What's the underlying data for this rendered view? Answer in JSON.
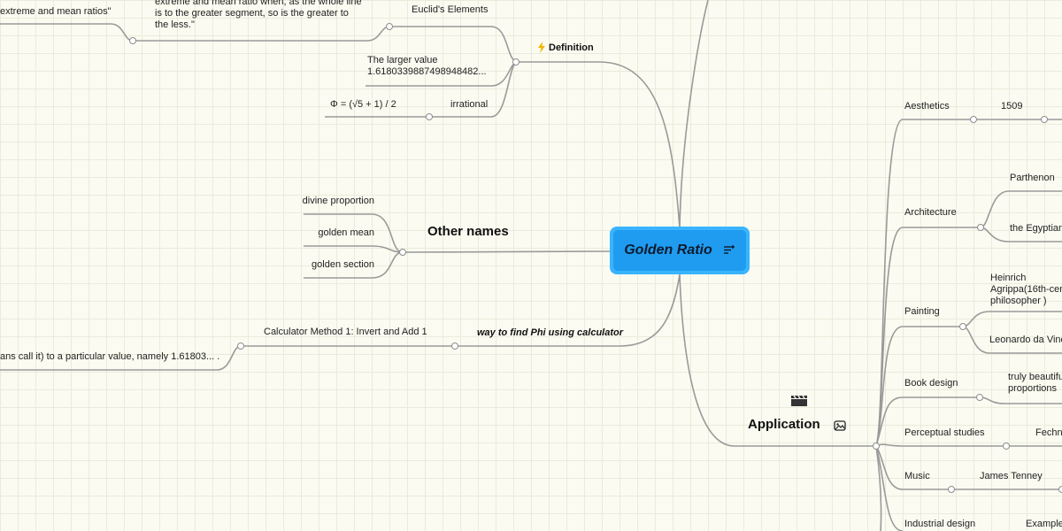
{
  "central": {
    "title": "Golden Ratio",
    "note_icon": "note-icon"
  },
  "definition": {
    "label": "Definition",
    "icon": "lightning-icon",
    "euclid": {
      "label": "Euclid's Elements",
      "quote": "extreme and mean ratio when, as the whole line is to the greater segment, so is the greater to the less.\"",
      "source_fragment": "extreme and mean ratios\""
    },
    "larger_value": "The larger value 1.6180339887498948482...",
    "irrational": {
      "label": "irrational",
      "formula": "Φ = (√5 + 1) / 2"
    }
  },
  "other_names": {
    "label": "Other names",
    "items": [
      "divine proportion",
      "golden mean",
      "golden section"
    ]
  },
  "calculator": {
    "label": "way to find Phi using calculator",
    "method": "Calculator Method 1: Invert and Add 1",
    "detail": "ans call it) to a particular value, namely 1.61803... ."
  },
  "application": {
    "label": "Application",
    "icon": "clapperboard-icon",
    "image_icon": "image-icon",
    "children": {
      "aesthetics": {
        "label": "Aesthetics",
        "child": "1509"
      },
      "architecture": {
        "label": "Architecture",
        "children": [
          "Parthenon",
          "the Egyptian"
        ]
      },
      "painting": {
        "label": "Painting",
        "children": [
          "Heinrich Agrippa(16th-cen philosopher )",
          "Leonardo da Vinci"
        ]
      },
      "book_design": {
        "label": "Book design",
        "child": "truly beautiful proportions"
      },
      "perceptual": {
        "label": "Perceptual studies",
        "child": "Fechn"
      },
      "music": {
        "label": "Music",
        "child": "James Tenney"
      },
      "industrial": {
        "label": "Industrial design",
        "child": "Example"
      }
    }
  },
  "colors": {
    "central_outer": "#39b4ff",
    "central_inner": "#1f9cf0",
    "connector": "#9a9a9a",
    "background": "#fbfbf1"
  }
}
